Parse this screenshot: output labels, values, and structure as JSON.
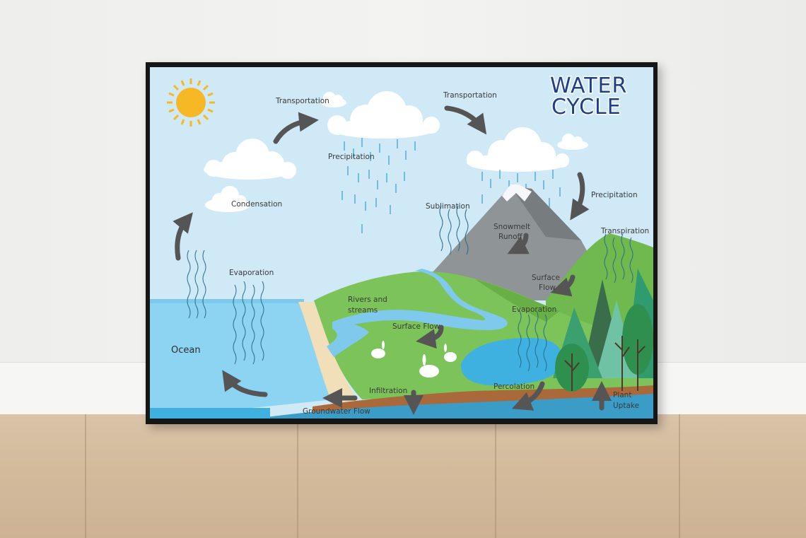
{
  "poster": {
    "title_line1": "WATER",
    "title_line2": "CYCLE"
  },
  "labels": {
    "transportation_left": "Transportation",
    "transportation_right": "Transportation",
    "precipitation_left": "Precipitation",
    "precipitation_right": "Precipitation",
    "condensation": "Condensation",
    "sublimation": "Sublimation",
    "snowmelt_runoff_1": "Snowmelt",
    "snowmelt_runoff_2": "Runoff",
    "transpiration": "Transpiration",
    "evaporation_left": "Evaporation",
    "evaporation_right": "Evaporation",
    "surface_flow_mountain_1": "Surface",
    "surface_flow_mountain_2": "Flow",
    "rivers_streams_1": "Rivers and",
    "rivers_streams_2": "streams",
    "surface_flow_field": "Surface Flow",
    "ocean": "Ocean",
    "infiltration": "Infiltration",
    "percolation": "Percolation",
    "plant_uptake_1": "Plant",
    "plant_uptake_2": "Uptake",
    "groundwater_flow": "Groundwater Flow"
  },
  "colors": {
    "sky": "#cfe9f6",
    "ocean": "#8dd3f2",
    "lake": "#3fb1e0",
    "grass": "#7cc35a",
    "mountain": "#8f9496",
    "arrow": "#555555",
    "title": "#1f3f8a",
    "sun": "#f7b825"
  }
}
